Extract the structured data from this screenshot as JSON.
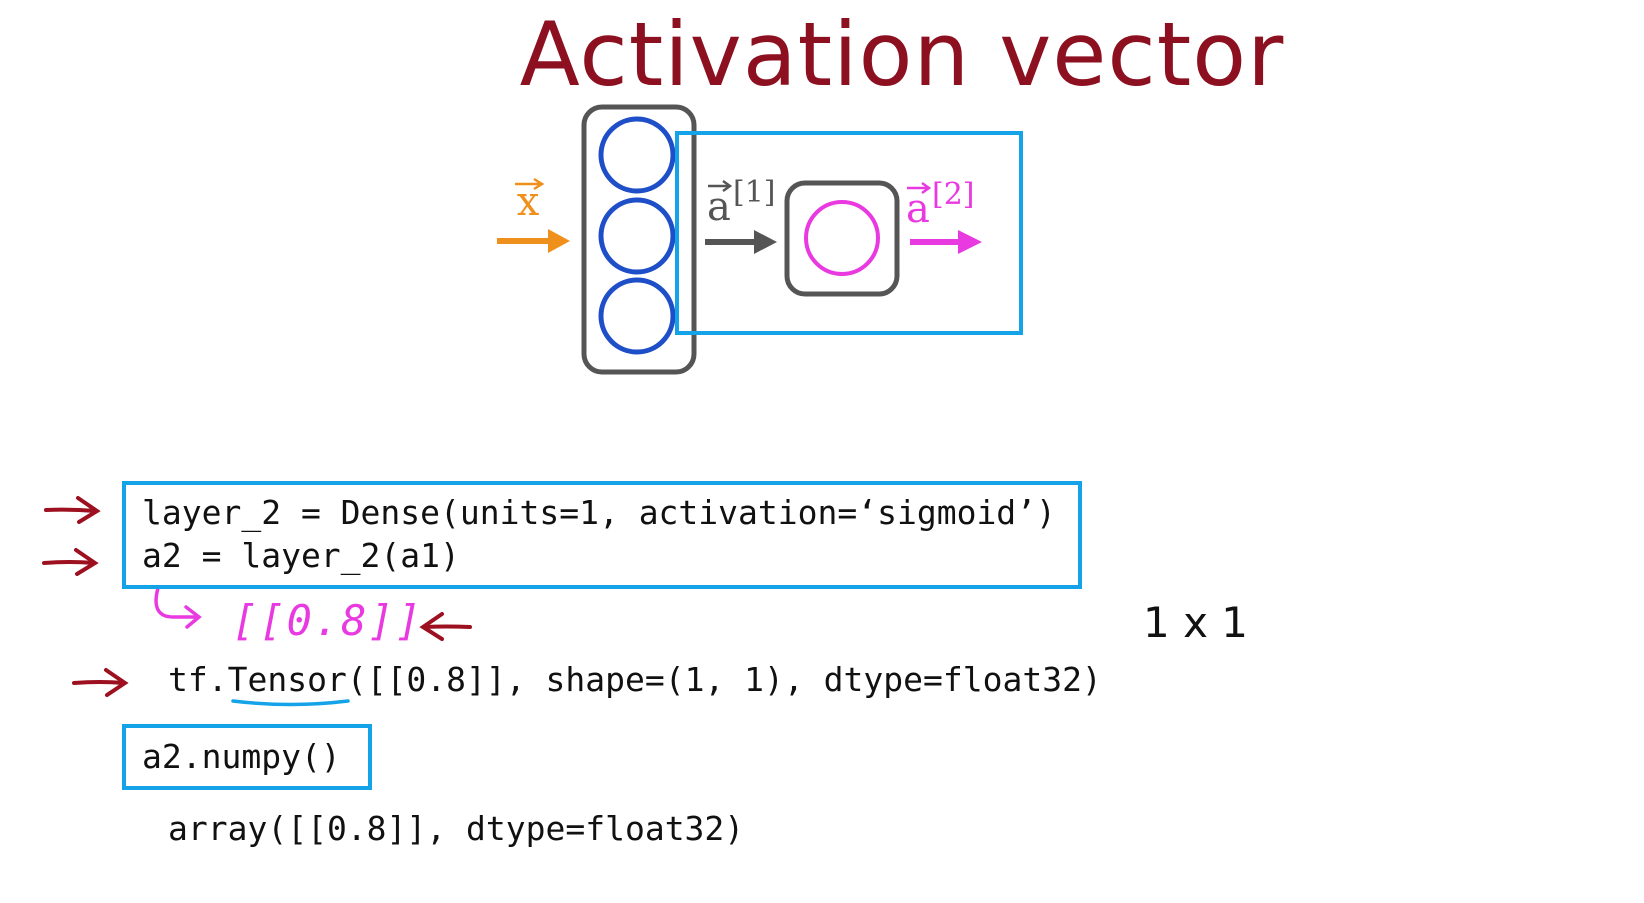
{
  "title": "Activation vector",
  "diagram": {
    "input_label": "x",
    "hidden_output_label": "a",
    "hidden_output_superscript": "[1]",
    "final_output_label": "a",
    "final_output_superscript": "[2]"
  },
  "code": {
    "line1": "layer_2 = Dense(units=1, activation=‘sigmoid’)",
    "line2": "a2 = layer_2(a1)",
    "annotation": "[[0.8]]",
    "dimension": "1 x 1",
    "tensor_prefix": "tf.",
    "tensor_word": "Tensor",
    "tensor_rest": "([[0.8]], shape=(1, 1), dtype=float32)",
    "numpy_call": "a2.numpy()",
    "numpy_result": "array([[0.8]], dtype=float32)"
  },
  "colors": {
    "title": "#8c1020",
    "box_blue": "#14a3e8",
    "neuron_blue": "#1f4fc8",
    "input_orange": "#f0901c",
    "output_magenta": "#e83ae0",
    "arrow_red": "#9c1020",
    "gray": "#555555"
  }
}
